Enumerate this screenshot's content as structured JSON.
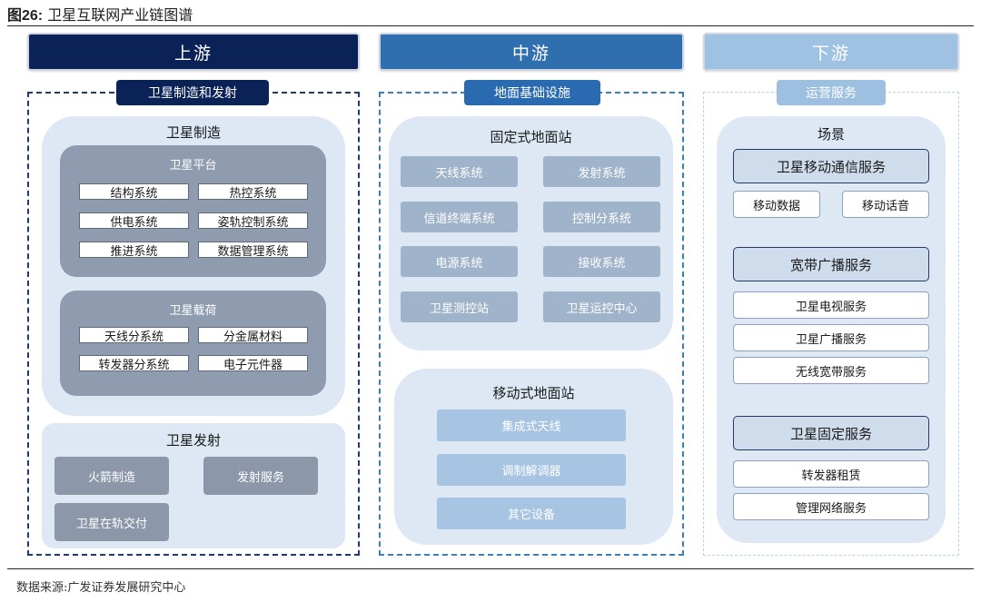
{
  "figure": {
    "label": "图26:",
    "title": "卫星互联网产业链图谱"
  },
  "colors": {
    "upstream": "#0b2257",
    "midstream": "#2f6fb0",
    "downstream": "#9fc2e3",
    "upstream_tag": "#0b2257",
    "midstream_tag": "#2a6ab0",
    "downstream_tag": "#9ec0e0"
  },
  "upstream": {
    "header": "上游",
    "tag": "卫星制造和发射",
    "manufacturing": {
      "title": "卫星制造",
      "platform": {
        "title": "卫星平台",
        "items": [
          "结构系统",
          "热控系统",
          "供电系统",
          "姿轨控制系统",
          "推进系统",
          "数据管理系统"
        ]
      },
      "payload": {
        "title": "卫星载荷",
        "items": [
          "天线分系统",
          "分金属材料",
          "转发器分系统",
          "电子元件器"
        ]
      }
    },
    "launch": {
      "title": "卫星发射",
      "items": [
        "火箭制造",
        "发射服务",
        "卫星在轨交付"
      ]
    }
  },
  "midstream": {
    "header": "中游",
    "tag": "地面基础设施",
    "fixed": {
      "title": "固定式地面站",
      "items": [
        "天线系统",
        "发射系统",
        "信道终端系统",
        "控制分系统",
        "电源系统",
        "接收系统",
        "卫星测控站",
        "卫星运控中心"
      ]
    },
    "mobile": {
      "title": "移动式地面站",
      "items": [
        "集成式天线",
        "调制解调器",
        "其它设备"
      ]
    }
  },
  "downstream": {
    "header": "下游",
    "tag": "运营服务",
    "scene": "场景",
    "mobile_comm": {
      "title": "卫星移动通信服务",
      "items": [
        "移动数据",
        "移动话音"
      ]
    },
    "broadband": {
      "title": "宽带广播服务",
      "items": [
        "卫星电视服务",
        "卫星广播服务",
        "无线宽带服务"
      ]
    },
    "fixed": {
      "title": "卫星固定服务",
      "items": [
        "转发器租赁",
        "管理网络服务"
      ]
    }
  },
  "source": "数据来源:广发证券发展研究中心"
}
